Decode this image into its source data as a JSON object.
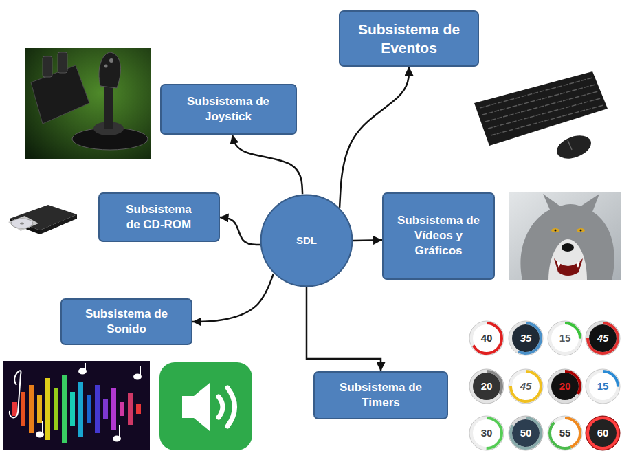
{
  "diagram": {
    "nodes": [
      {
        "text": [
          "Subsistema de Eventos"
        ]
      },
      {
        "text": [
          "Subsistema de Joystick"
        ]
      },
      {
        "text": [
          "Subsistema de CD-ROM"
        ]
      },
      {
        "text": [
          "SDL"
        ]
      },
      {
        "text": [
          "Subsistema de Vídeos y Gráficos"
        ]
      },
      {
        "text": [
          "Subsistema de Sonido"
        ]
      },
      {
        "text": [
          "Subsistema de Timers"
        ]
      }
    ],
    "edges": [
      {
        "from": 3,
        "to": 0,
        "arrow": "to"
      },
      {
        "from": 3,
        "to": 1,
        "arrow": "to"
      },
      {
        "from": 3,
        "to": 2,
        "arrow": "to"
      },
      {
        "from": 3,
        "to": 4,
        "arrow": "to"
      },
      {
        "from": 3,
        "to": 5,
        "arrow": "to"
      },
      {
        "from": 3,
        "to": 6,
        "arrow": "to"
      }
    ],
    "labels": [
      "40",
      "35",
      "15",
      "45",
      "20",
      "45",
      "20",
      "15",
      "30",
      "50",
      "55",
      "60"
    ]
  }
}
